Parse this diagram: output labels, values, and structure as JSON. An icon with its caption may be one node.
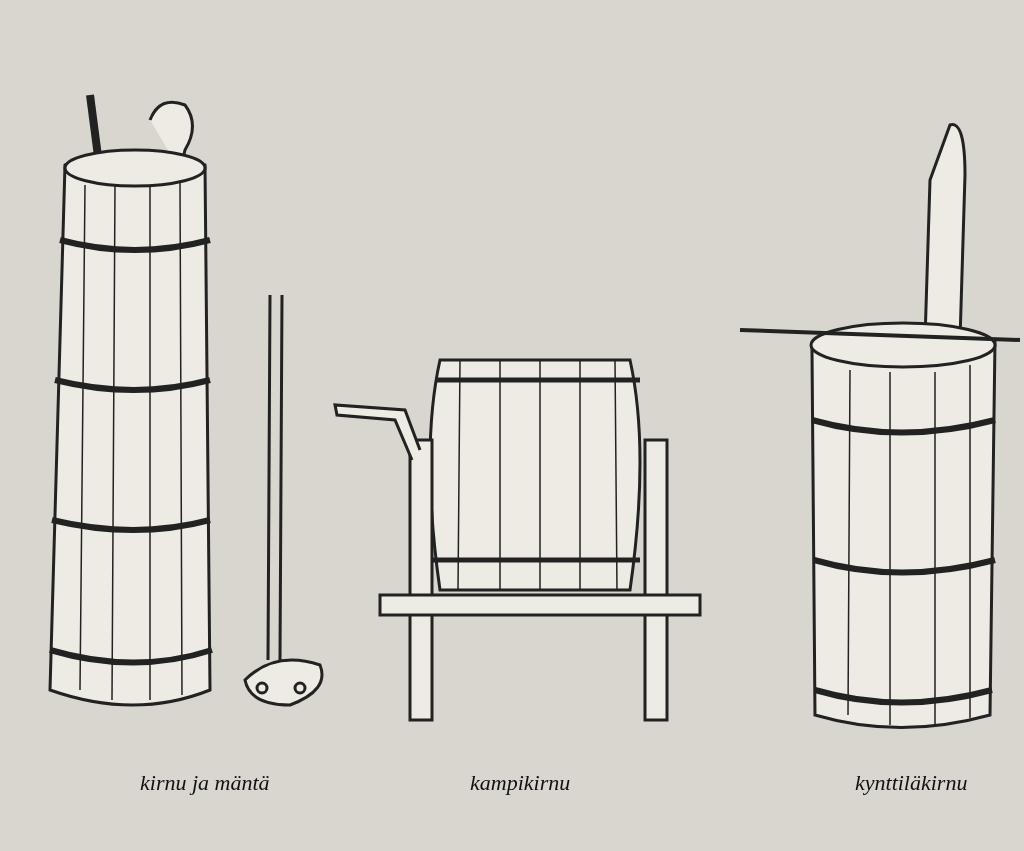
{
  "diagram": {
    "labels": [
      "kirnu ja mäntä",
      "kampikirnu",
      "kynttiläkirnu"
    ]
  }
}
